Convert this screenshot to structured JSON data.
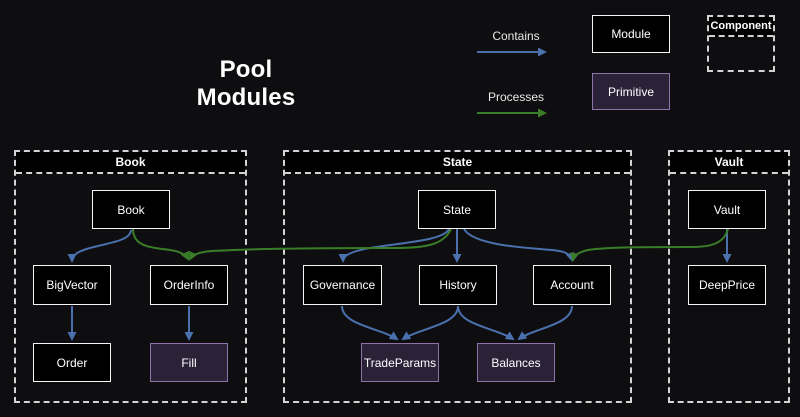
{
  "title": "Pool Modules",
  "legend": {
    "contains_label": "Contains",
    "processes_label": "Processes",
    "module_label": "Module",
    "primitive_label": "Primitive",
    "component_label": "Component"
  },
  "clusters": {
    "book": {
      "label": "Book",
      "nodes": {
        "book": "Book",
        "bigvector": "BigVector",
        "orderinfo": "OrderInfo",
        "order": "Order",
        "fill": "Fill"
      }
    },
    "state": {
      "label": "State",
      "nodes": {
        "state": "State",
        "governance": "Governance",
        "history": "History",
        "account": "Account",
        "tradeparams": "TradeParams",
        "balances": "Balances"
      }
    },
    "vault": {
      "label": "Vault",
      "nodes": {
        "vault": "Vault",
        "deepprice": "DeepPrice"
      }
    }
  },
  "edges": [
    {
      "from": "Book",
      "to": "BigVector",
      "type": "contains"
    },
    {
      "from": "Book",
      "to": "OrderInfo",
      "type": "processes"
    },
    {
      "from": "BigVector",
      "to": "Order",
      "type": "contains"
    },
    {
      "from": "OrderInfo",
      "to": "Fill",
      "type": "contains"
    },
    {
      "from": "State",
      "to": "Governance",
      "type": "contains"
    },
    {
      "from": "State",
      "to": "History",
      "type": "contains"
    },
    {
      "from": "State",
      "to": "Account",
      "type": "contains"
    },
    {
      "from": "State",
      "to": "OrderInfo",
      "type": "processes"
    },
    {
      "from": "Governance",
      "to": "TradeParams",
      "type": "contains"
    },
    {
      "from": "History",
      "to": "TradeParams",
      "type": "contains"
    },
    {
      "from": "History",
      "to": "Balances",
      "type": "contains"
    },
    {
      "from": "Account",
      "to": "Balances",
      "type": "contains"
    },
    {
      "from": "Vault",
      "to": "DeepPrice",
      "type": "contains"
    },
    {
      "from": "Vault",
      "to": "Account",
      "type": "processes"
    }
  ],
  "colors": {
    "blue": "#4a70ad",
    "green": "#3a7d28",
    "nodeFill": "#000000",
    "nodeBorder": "#f5f5f5",
    "primitiveFill": "#2b2238",
    "primitiveBorder": "#8d73a8",
    "dash": "#d4d4d4",
    "bg": "#0e0e10"
  }
}
